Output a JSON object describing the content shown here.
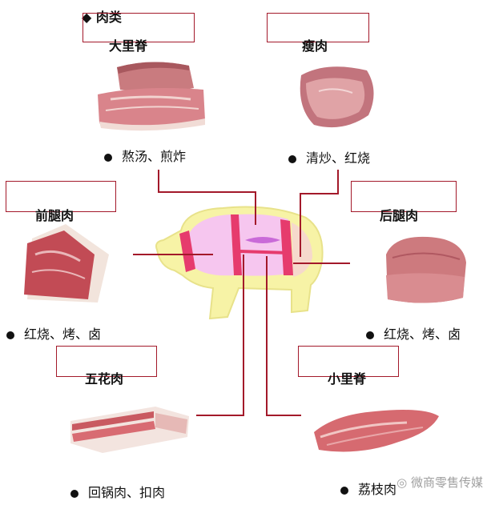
{
  "category": {
    "bullet": "◆",
    "label": "肉类"
  },
  "cuts": {
    "tenderloin_large": {
      "name": "大里脊",
      "uses": "熬汤、煎炸"
    },
    "lean": {
      "name": "瘦肉",
      "uses": "清炒、红烧"
    },
    "front_leg": {
      "name": "前腿肉",
      "uses": "红烧、烤、卤"
    },
    "hind_leg": {
      "name": "后腿肉",
      "uses": "红烧、烤、卤"
    },
    "pork_belly": {
      "name": "五花肉",
      "uses": "回锅肉、扣肉"
    },
    "tenderloin_small": {
      "name": "小里脊",
      "uses": "荔枝肉"
    }
  },
  "watermark": "微商零售传媒",
  "colors": {
    "frame": "#a3192a",
    "pig_body": "#f7f3a6",
    "pig_cut": "#e63b6d",
    "pig_inner": "#f6c6ef"
  }
}
